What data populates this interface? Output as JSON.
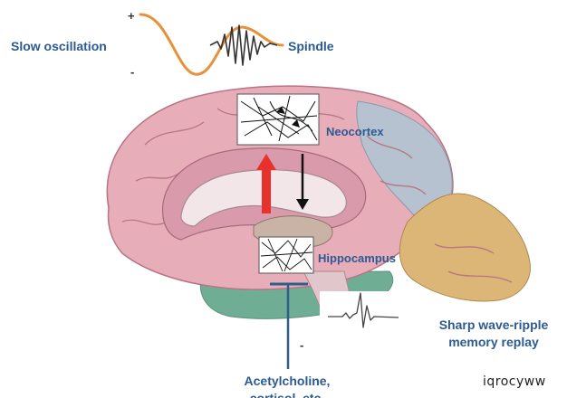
{
  "labels": {
    "slow_oscillation": "Slow oscillation",
    "spindle": "Spindle",
    "neocortex": "Neocortex",
    "hippocampus": "Hippocampus",
    "sharp_wave_ripple_line1": "Sharp wave-ripple",
    "sharp_wave_ripple_line2": "memory replay",
    "acetylcholine_line1": "Acetylcholine,",
    "acetylcholine_line2": "cortisol, etc.",
    "plus_sign": "+",
    "minus_sign_wave": "-",
    "minus_sign_input": "-"
  },
  "watermark": "iqrocyww",
  "colors": {
    "label_blue": "#2c5a93",
    "oscillation_orange": "#e8913a",
    "arrow_red": "#e8302d",
    "arrow_black": "#111111",
    "brain_pink": "#e7aeba",
    "frontal_grey_blue": "#b6c2cf",
    "occipital_tan": "#dcb676",
    "temporal_green": "#6fae95",
    "inhibition_line_blue": "#2e5f8a"
  }
}
